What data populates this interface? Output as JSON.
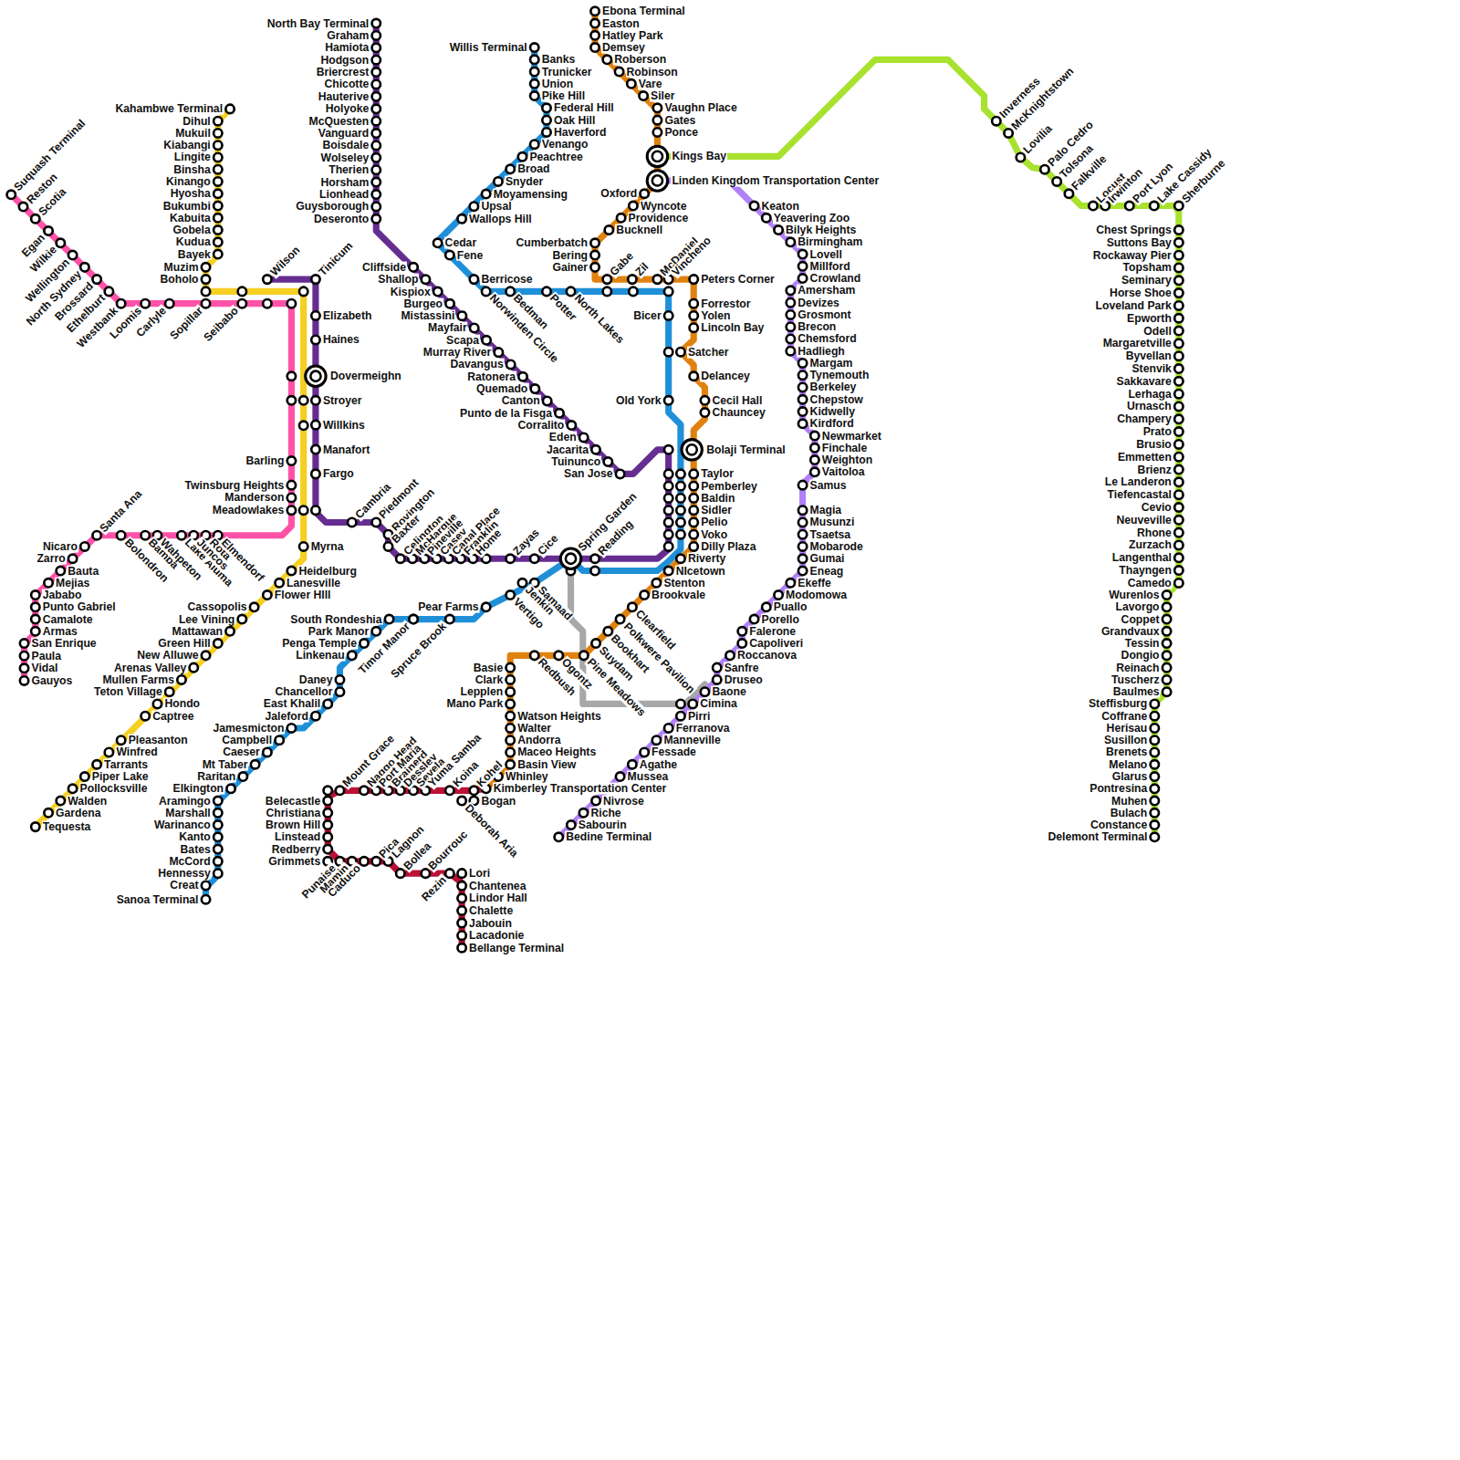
{
  "diagram": {
    "labels": [
      "Suquash Terminal",
      "Reston",
      "Scotia",
      "Egan",
      "Wilkie",
      "Wellington",
      "North Sydney",
      "Brossard",
      "Ethelburt",
      "Westbank",
      "Loomis",
      "Carlyle",
      "Sopillar",
      "Seibabo",
      "Kahambwe Terminal",
      "Dihul",
      "Mukuil",
      "Kiabangi",
      "Lingite",
      "Binsha",
      "Kinango",
      "Hyosha",
      "Bukumbi",
      "Kabuita",
      "Gobela",
      "Kudua",
      "Bayek",
      "Muzim",
      "Boholo",
      "Wilson",
      "Tinicum",
      "Elizabeth",
      "Haines",
      "Dovermeighn",
      "Stroyer",
      "Willkins",
      "Manafort",
      "Fargo",
      "Barling",
      "Twinsburg Heights",
      "Manderson",
      "Meadowlakes",
      "Myrna",
      "Heidelburg",
      "Lanesville",
      "Flower HIll",
      "Cassopolis",
      "Lee Vining",
      "Mattawan",
      "Green Hill",
      "New Alluwe",
      "Arenas Valley",
      "Mullen Farms",
      "Teton Village",
      "Hondo",
      "Captree",
      "Pleasanton",
      "Winfred",
      "Tarrants",
      "Piper Lake",
      "Pollocksville",
      "Walden",
      "Gardena",
      "Tequesta",
      "Santa Ana",
      "Bolondron",
      "Bamba",
      "Wahpeton",
      "Lake Aluma",
      "Juncos",
      "Rota",
      "Elmendorf",
      "Nicaro",
      "Zarro",
      "Bauta",
      "Mejias",
      "Jababo",
      "Punto Gabriel",
      "Camalote",
      "Armas",
      "San Enrique",
      "Paula",
      "Vidal",
      "Gauyos",
      "North Bay Terminal",
      "Graham",
      "Hamiota",
      "Hodgson",
      "Briercrest",
      "Chicotte",
      "Hauterive",
      "Holyoke",
      "McQuesten",
      "Vanguard",
      "Boisdale",
      "Wolseley",
      "Therien",
      "Horsham",
      "Lionhead",
      "Guysborough",
      "Deseronto",
      "Cliffside",
      "Shallop",
      "Kispiox",
      "Burgeo",
      "Mistassini",
      "Mayfair",
      "Scapa",
      "Murray River",
      "Davangus",
      "Ratonera",
      "Quemado",
      "Canton",
      "Punto de la Fisga",
      "Corralito",
      "Eden",
      "Jacarita",
      "Tuinunco",
      "San Jose",
      "Cambria",
      "Piedmont",
      "Rovington",
      "Baxter",
      "Celington",
      "McHargue",
      "Pineville",
      "Casey",
      "Canal Place",
      "Franklin",
      "Home",
      "Zayas",
      "Cice",
      "Spring Garden",
      "Reading",
      "Willis Terminal",
      "Banks",
      "Trunicker",
      "Union",
      "Pike Hill",
      "Federal Hill",
      "Oak Hill",
      "Haverford",
      "Venango",
      "Peachtree",
      "Broad",
      "Snyder",
      "Moyamensing",
      "Upsal",
      "Wallops Hill",
      "Cedar",
      "Fene",
      "Berricose",
      "Norwinden Circle",
      "Bedman",
      "Potter",
      "North Lakes",
      "Bicer",
      "Old York",
      "Ebona Terminal",
      "Easton",
      "Hatley Park",
      "Demsey",
      "Roberson",
      "Robinson",
      "Vare",
      "Siler",
      "Vaughn Place",
      "Gates",
      "Ponce",
      "Kings Bay",
      "Linden Kingdom Transportation Center",
      "Oxford",
      "Wyncote",
      "Providence",
      "Bucknell",
      "Cumberbatch",
      "Bering",
      "Gainer",
      "Gabe",
      "Zil",
      "McDaniel",
      "Vincheno",
      "Peters Corner",
      "Forrestor",
      "Yolen",
      "Lincoln Bay",
      "Satcher",
      "Delancey",
      "Cecil Hall",
      "Chauncey",
      "Bolaji Terminal",
      "Taylor",
      "Pemberley",
      "Baldin",
      "Sidler",
      "Pelio",
      "Voko",
      "Dilly Plaza",
      "Riverty",
      "NIcetown",
      "Stenton",
      "Brookvale",
      "Clearfield",
      "Polkwere Pavilion",
      "Bookhart",
      "Suydam",
      "Pine Meadows",
      "Ogontz",
      "Redbush",
      "Basie",
      "Clark",
      "Lepplen",
      "Mano Park",
      "Watson Heights",
      "Walter",
      "Andorra",
      "Maceo Heights",
      "Basin View",
      "Whinley",
      "Kimberley Transportation Center",
      "Samaad",
      "Jenkin",
      "Vertigo",
      "Pear Farms",
      "Spruce Brook",
      "Timor Manor",
      "South Rondeshia",
      "Park Manor",
      "Penga Temple",
      "Linkenau",
      "Daney",
      "Chancellor",
      "East Khalil",
      "Jaleford",
      "Jamesmicton",
      "Campbell",
      "Caeser",
      "Mt Taber",
      "Raritan",
      "Elkington",
      "Aramingo",
      "Marshall",
      "Warinanco",
      "Kanto",
      "Bates",
      "McCord",
      "Hennessy",
      "Creat",
      "Sanoa Terminal",
      "Keaton",
      "Yeavering Zoo",
      "Bilyk Heights",
      "Birmingham",
      "Lovell",
      "Millford",
      "Crowland",
      "Amersham",
      "Devizes",
      "Grosmont",
      "Brecon",
      "Chemsford",
      "Hadliegh",
      "Margam",
      "Tynemouth",
      "Berkeley",
      "Chepstow",
      "Kidwelly",
      "Kirdford",
      "Newmarket",
      "Finchale",
      "Weighton",
      "Vaitoloa",
      "Samus",
      "Magia",
      "Musunzi",
      "Tsaetsa",
      "Mobarode",
      "Gumai",
      "Eneag",
      "Ekeffe",
      "Modomowa",
      "Puallo",
      "Porello",
      "Falerone",
      "Capoliveri",
      "Roccanova",
      "Sanfre",
      "Druseo",
      "Baone",
      "Cimina",
      "Pirri",
      "Ferranova",
      "Manneville",
      "Fessade",
      "Agathe",
      "Mussea",
      "Nivrose",
      "Riche",
      "Sabourin",
      "Bedine Terminal",
      "Inverness",
      "McKnightstown",
      "Lovilia",
      "Palo Cedro",
      "Tolsona",
      "Falkville",
      "Locust",
      "Irwinton",
      "Port Lyon",
      "Lake Cassidy",
      "Sherburne",
      "Chest Springs",
      "Suttons Bay",
      "Rockaway Pier",
      "Topsham",
      "Seminary",
      "Horse Shoe",
      "Loveland Park",
      "Epworth",
      "Odell",
      "Margaretville",
      "Byvellan",
      "Stenvik",
      "Sakkavare",
      "Lerhaga",
      "Urnasch",
      "Champery",
      "Prato",
      "Brusio",
      "Emmetten",
      "Brienz",
      "Le Landeron",
      "Tiefencastal",
      "Cevio",
      "Neuveville",
      "Rhone",
      "Zurzach",
      "Langenthal",
      "Thayngen",
      "Camedo",
      "Wurenlos",
      "Lavorgo",
      "Coppet",
      "Grandvaux",
      "Tessin",
      "Dongio",
      "Reinach",
      "Tuscherz",
      "Baulmes",
      "Steffisburg",
      "Coffrane",
      "Herisau",
      "Susillon",
      "Brenets",
      "Melano",
      "Glarus",
      "Pontresina",
      "Muhen",
      "Bulach",
      "Constance",
      "Delemont Terminal",
      "Mount Grace",
      "Naggo Head",
      "Port Maria",
      "Brainerd",
      "Dessley",
      "Sevela",
      "Yuma Samba",
      "Koina",
      "Kohel",
      "Bogan",
      "Deborah Aria",
      "Belecastle",
      "Christiana",
      "Brown Hill",
      "Linstead",
      "Redberry",
      "Grimmets",
      "Punaise",
      "Mamin",
      "Caduco",
      "Pica",
      "Lagnon",
      "Bollea",
      "Bourrouc",
      "Rezin",
      "Lori",
      "Chantenea",
      "Lindor Hall",
      "Chalette",
      "Jabouin",
      "Lacadonie",
      "Bellange Terminal"
    ]
  }
}
